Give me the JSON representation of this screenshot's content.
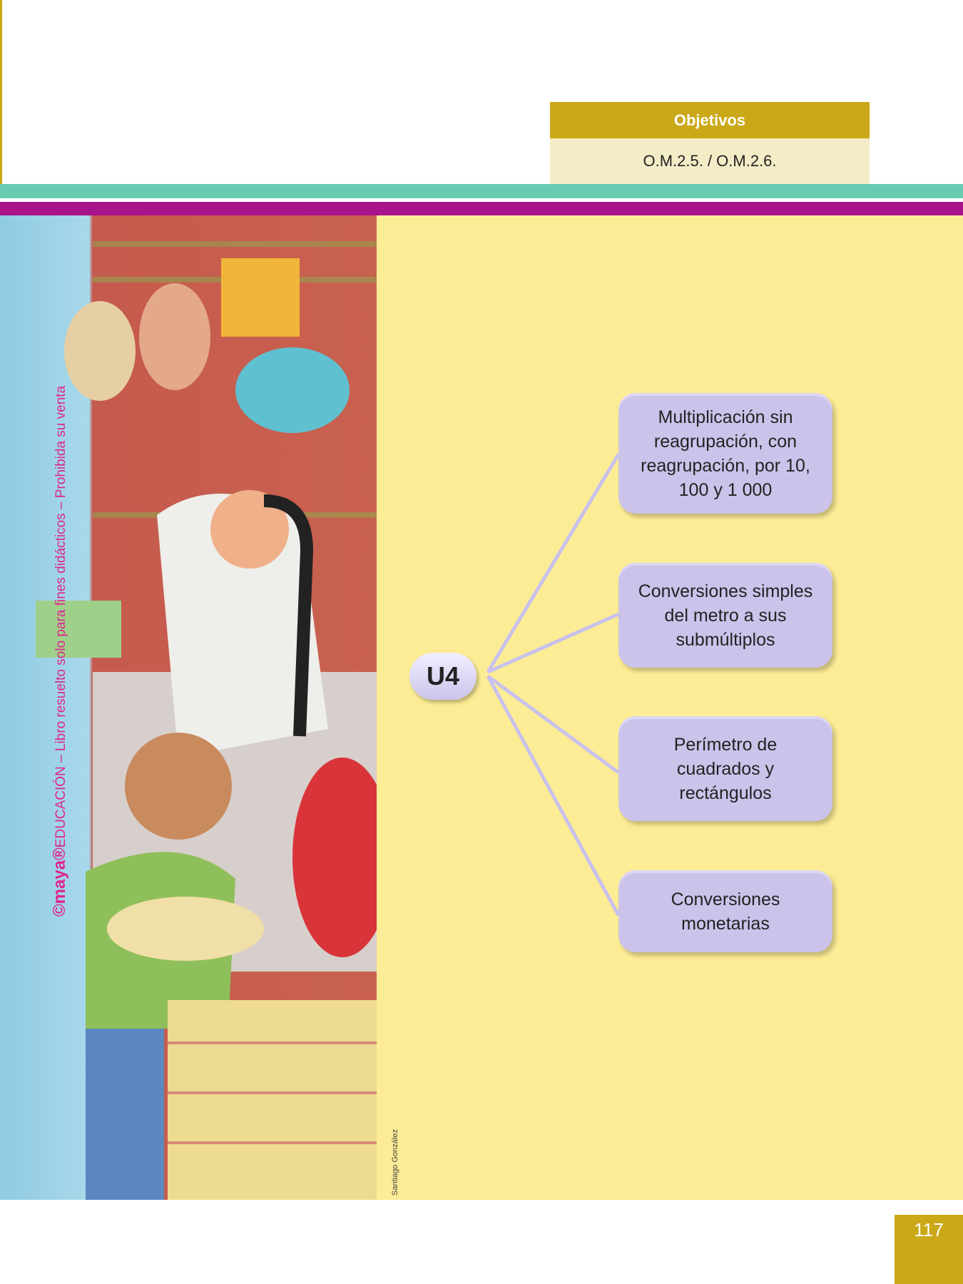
{
  "objectives": {
    "title": "Objetivos",
    "codes": "O.M.2.5. / O.M.2.6."
  },
  "unit": {
    "label": "U4"
  },
  "topics": [
    {
      "label": "Multiplicación sin reagrupación, con reagrupación, por 10, 100 y 1 000"
    },
    {
      "label": "Conversiones simples del metro a sus submúltiplos"
    },
    {
      "label": "Perímetro de cuadrados y rectángulos"
    },
    {
      "label": "Conversiones monetarias"
    }
  ],
  "watermark": {
    "brand": "©maya®",
    "text": "EDUCACIÓN – Libro resuelto solo para fines didácticos – Prohibida su venta"
  },
  "illustration": {
    "credit": "Santiago González"
  },
  "page_number": "117",
  "colors": {
    "gold": "#cba817",
    "teal": "#67cbb2",
    "magenta": "#a8138c",
    "yellow": "#fcec95",
    "lavender": "#cbc3ea"
  }
}
